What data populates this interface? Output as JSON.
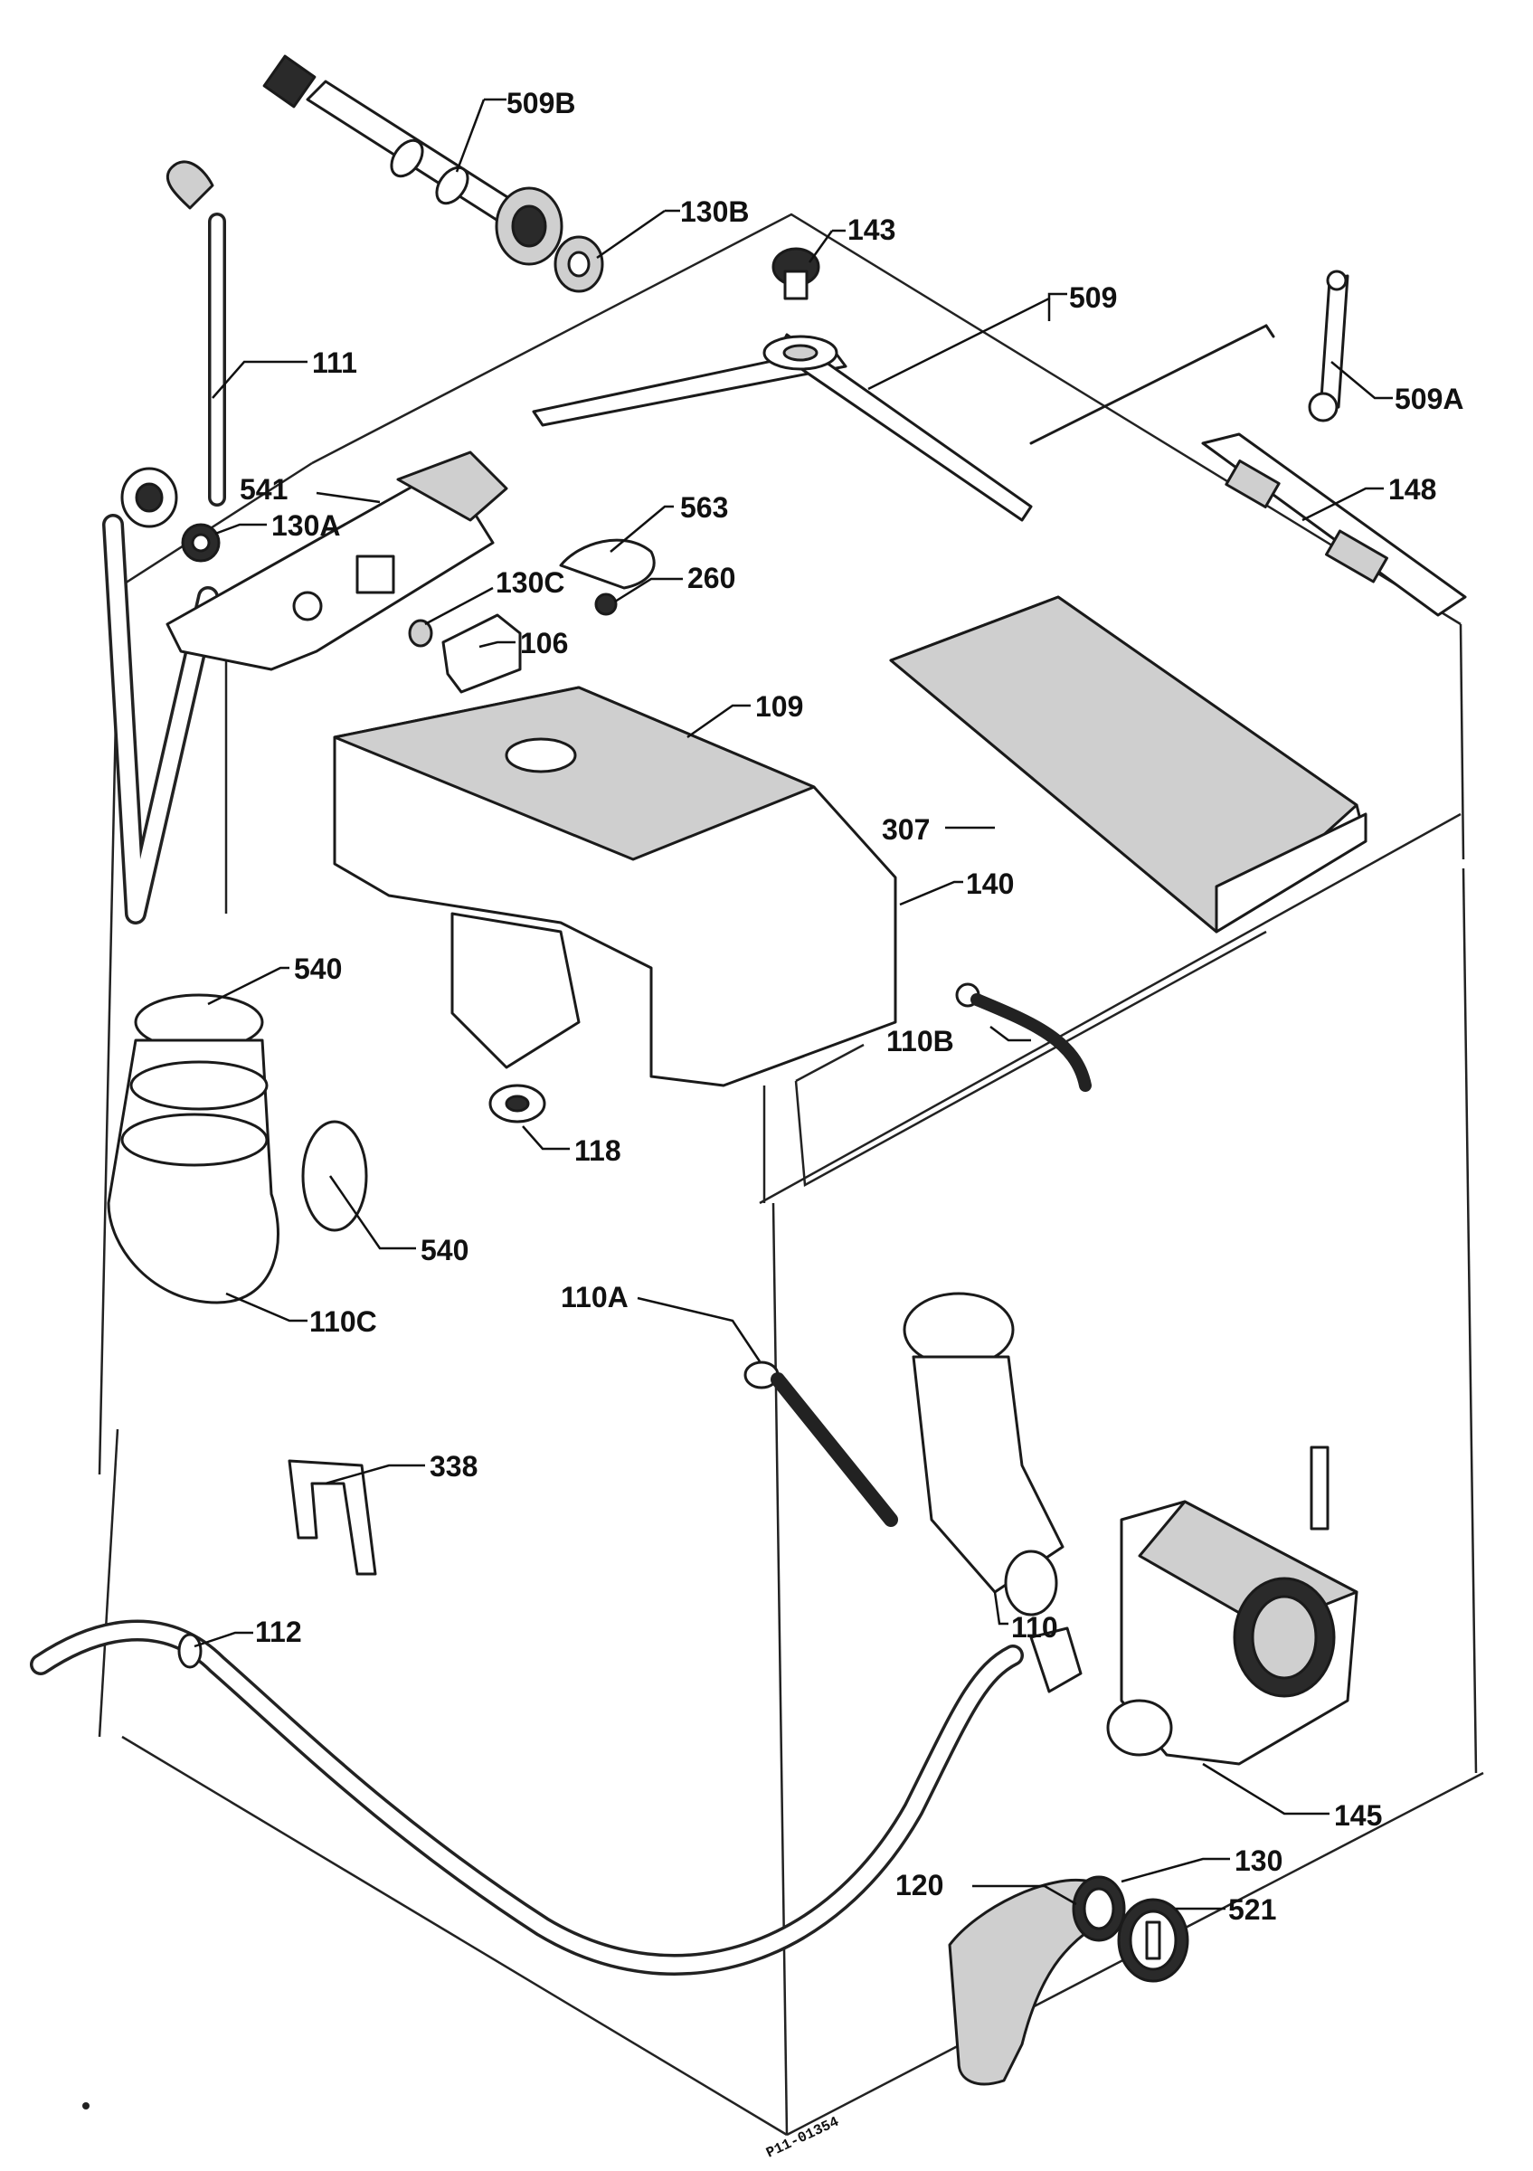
{
  "diagram": {
    "drawing_code": "P11-01354",
    "callouts": [
      {
        "id": "509B",
        "text": "509B"
      },
      {
        "id": "130B",
        "text": "130B"
      },
      {
        "id": "143",
        "text": "143"
      },
      {
        "id": "509",
        "text": "509"
      },
      {
        "id": "509A",
        "text": "509A"
      },
      {
        "id": "111",
        "text": "111"
      },
      {
        "id": "541",
        "text": "541"
      },
      {
        "id": "130A",
        "text": "130A"
      },
      {
        "id": "563",
        "text": "563"
      },
      {
        "id": "260",
        "text": "260"
      },
      {
        "id": "130C",
        "text": "130C"
      },
      {
        "id": "106",
        "text": "106"
      },
      {
        "id": "148",
        "text": "148"
      },
      {
        "id": "109",
        "text": "109"
      },
      {
        "id": "307",
        "text": "307"
      },
      {
        "id": "140",
        "text": "140"
      },
      {
        "id": "540-top",
        "text": "540"
      },
      {
        "id": "110B",
        "text": "110B"
      },
      {
        "id": "118",
        "text": "118"
      },
      {
        "id": "540-side",
        "text": "540"
      },
      {
        "id": "110C",
        "text": "110C"
      },
      {
        "id": "110A",
        "text": "110A"
      },
      {
        "id": "338",
        "text": "338"
      },
      {
        "id": "112",
        "text": "112"
      },
      {
        "id": "110",
        "text": "110"
      },
      {
        "id": "145",
        "text": "145"
      },
      {
        "id": "120",
        "text": "120"
      },
      {
        "id": "130",
        "text": "130"
      },
      {
        "id": "521",
        "text": "521"
      }
    ]
  }
}
